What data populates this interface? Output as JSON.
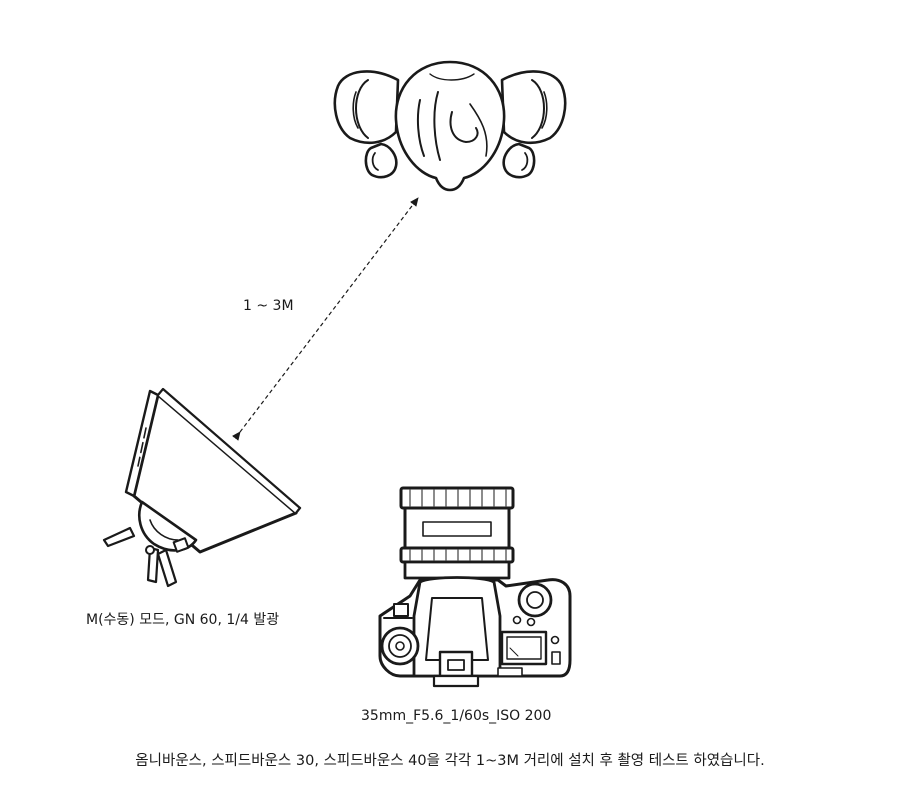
{
  "diagram": {
    "distance_label": "1 ~ 3M",
    "flash_label": "M(수동) 모드, GN 60, 1/4 발광",
    "camera_label": "35mm_F5.6_1/60s_ISO 200",
    "caption": "옴니바운스, 스피드바운스 30, 스피드바운스 40을 각각 1~3M 거리에 설치 후 촬영 테스트 하였습니다."
  },
  "icons": {
    "subject": "person-top-view-icon",
    "flash": "flash-with-softbox-icon",
    "camera": "dslr-camera-icon"
  },
  "colors": {
    "ink": "#1a1a1a",
    "background": "#ffffff"
  }
}
